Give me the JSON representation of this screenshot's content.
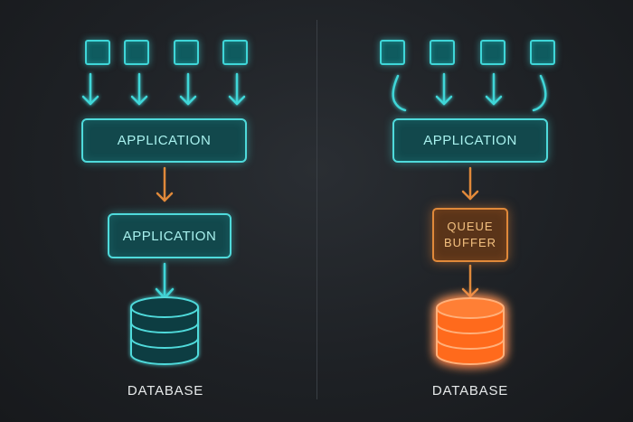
{
  "left": {
    "top_box_label": "APPLICATION",
    "mid_box_label": "APPLICATION",
    "db_label": "DATABASE"
  },
  "right": {
    "top_box_label": "APPLICATION",
    "queue_line1": "QUEUE",
    "queue_line2": "BUFFER",
    "db_label": "DATABASE"
  },
  "colors": {
    "cyan": "#3fd6d8",
    "orange": "#e0893a",
    "db_orange": "#ff6a1f",
    "background": "#1e2125"
  }
}
